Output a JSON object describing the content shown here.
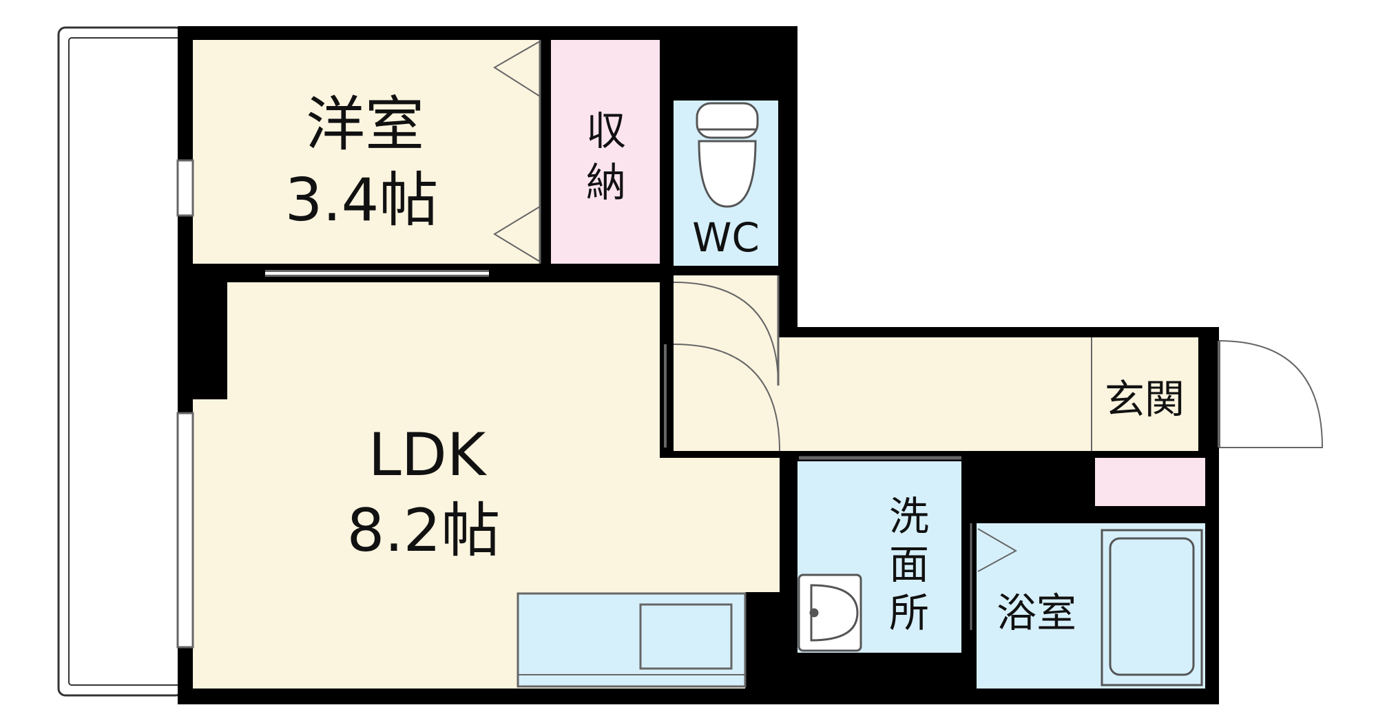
{
  "rooms": {
    "western_room": {
      "name": "洋室",
      "size": "3.4帖"
    },
    "storage": {
      "name_top": "収",
      "name_bottom": "納"
    },
    "wc": {
      "name": "WC"
    },
    "ldk": {
      "name": "LDK",
      "size": "8.2帖"
    },
    "entrance": {
      "name": "玄関"
    },
    "washroom": {
      "c1": "洗",
      "c2": "面",
      "c3": "所"
    },
    "bathroom": {
      "name": "浴室"
    }
  },
  "colors": {
    "floor": "#fbf4df",
    "storage": "#fbe4ee",
    "wet_area": "#d6f0fb",
    "wall": "#000000",
    "balcony": "#ffffff"
  }
}
